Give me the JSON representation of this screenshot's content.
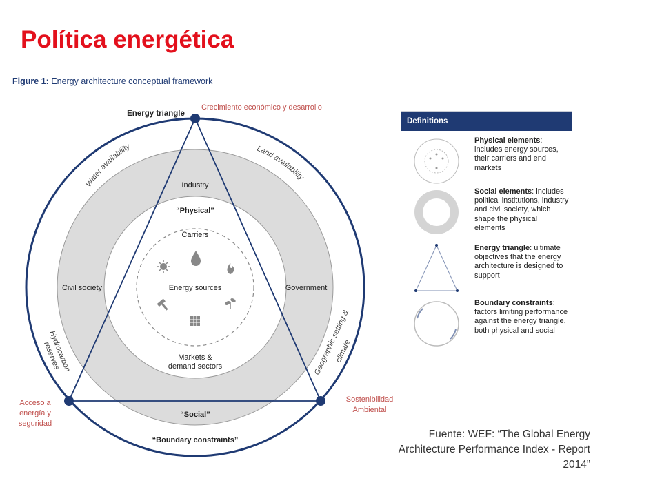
{
  "slide": {
    "title": "Política energética",
    "figure_label": "Figure 1:",
    "figure_caption": "Energy architecture conceptual framework",
    "source": "Fuente: WEF: “The Global Energy Architecture Performance Index - Report 2014”"
  },
  "annotations": {
    "top_vertex": "Crecimiento económico y desarrollo",
    "left_vertex_1": "Acceso a",
    "left_vertex_2": "energía y",
    "left_vertex_3": "seguridad",
    "right_vertex_1": "Sostenibilidad",
    "right_vertex_2": "Ambiental"
  },
  "diagram": {
    "energy_triangle": "Energy triangle",
    "water_availability": "Water availability",
    "land_availability": "Land availability",
    "hydrocarbon_reserves_1": "Hydrocarbon",
    "hydrocarbon_reserves_2": "reserves",
    "geographic_1": "Geographic setting &",
    "geographic_2": "climate",
    "industry": "Industry",
    "physical": "“Physical”",
    "carriers": "Carriers",
    "civil_society": "Civil society",
    "energy_sources": "Energy sources",
    "government": "Government",
    "markets_1": "Markets &",
    "markets_2": "demand sectors",
    "social": "“Social”",
    "boundary": "“Boundary constraints”",
    "colors": {
      "ring": "#dcdcdc",
      "line": "#1f3a73",
      "text": "#222222"
    }
  },
  "definitions": {
    "header": "Definitions",
    "items": [
      {
        "term": "Physical elements",
        "text": ": includes energy sources, their carriers and end markets"
      },
      {
        "term": "Social elements",
        "text": ": includes political institutions, industry and civil society, which shape the physical elements"
      },
      {
        "term": "Energy triangle",
        "text": ": ultimate objectives that the energy architecture is designed to support"
      },
      {
        "term": "Boundary constraints",
        "text": ": factors limiting performance against the energy triangle, both physical and social"
      }
    ]
  }
}
